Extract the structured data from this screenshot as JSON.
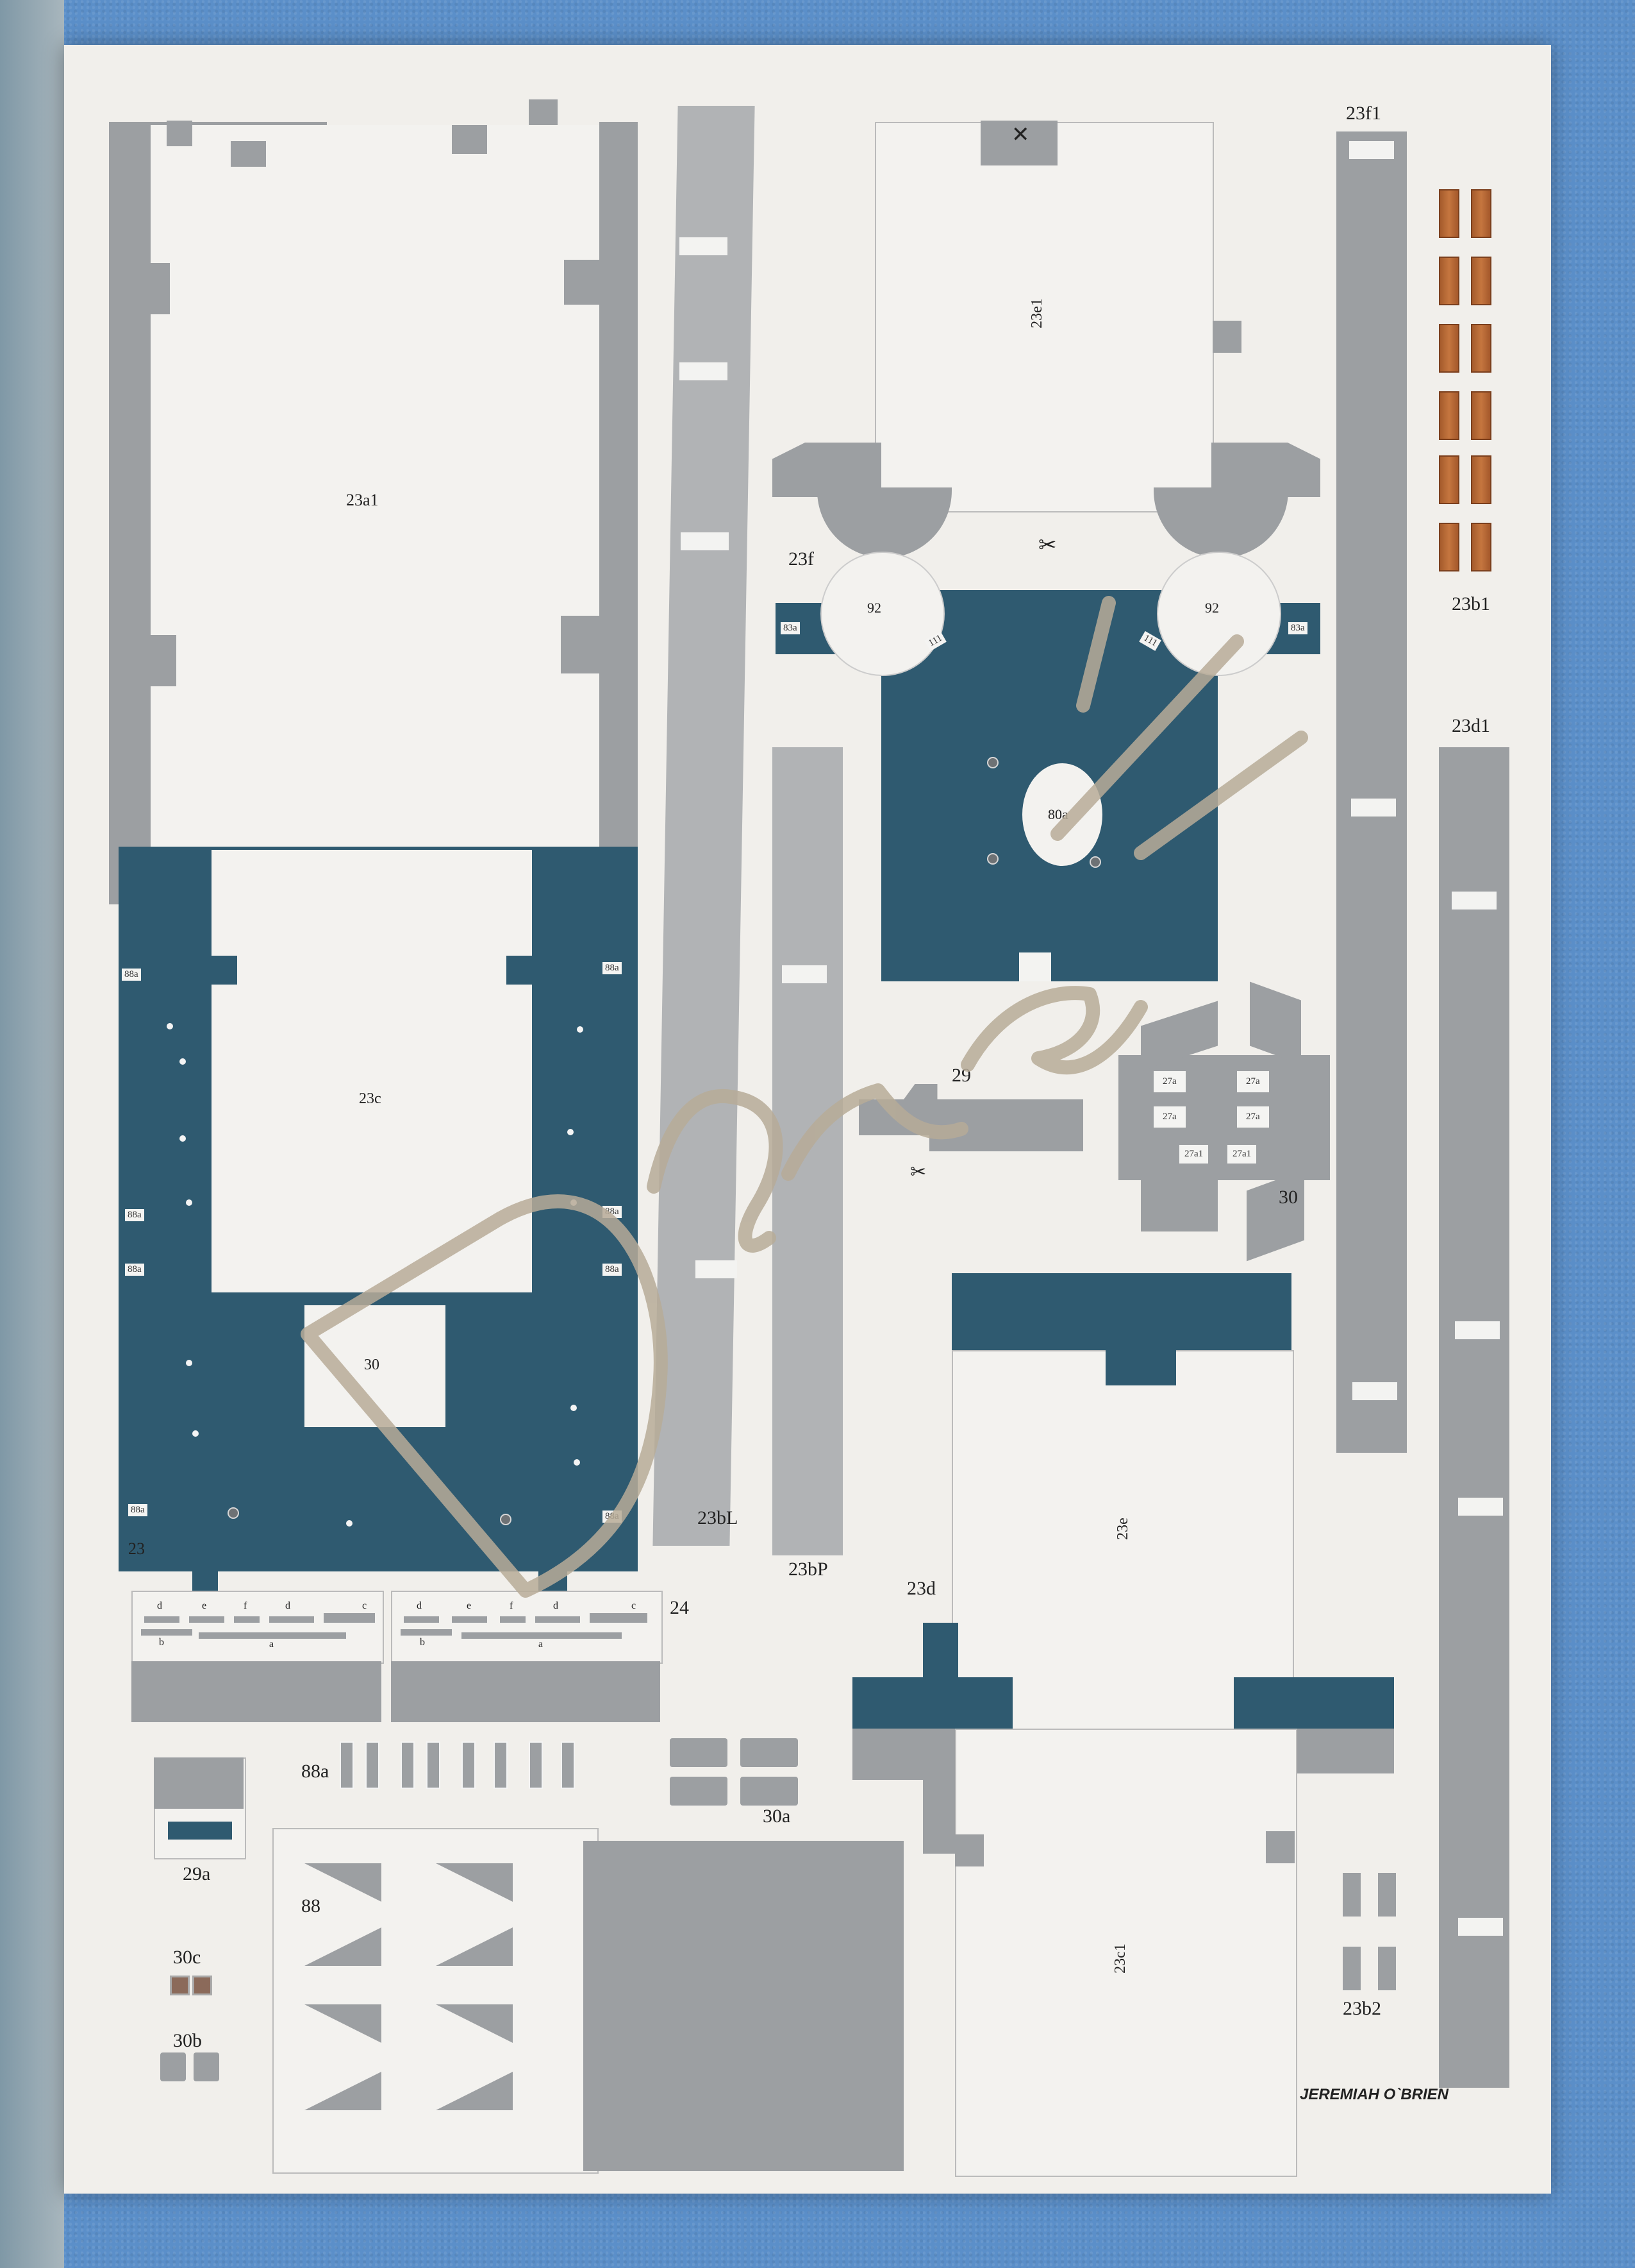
{
  "labels": {
    "p23a1": "23a1",
    "p23c": "23c",
    "p30": "30",
    "p23": "23",
    "p23bL": "23bL",
    "p23bP": "23bP",
    "p23e1": "23e1",
    "p23f": "23f",
    "p92a": "92",
    "p92b": "92",
    "p80a": "80a",
    "p29": "29",
    "p30b_part": "30",
    "p23f1": "23f1",
    "p23b1": "23b1",
    "p23d1": "23d1",
    "p23d": "23d",
    "p23e": "23e",
    "p23c1": "23c1",
    "p24": "24",
    "p88a": "88a",
    "p30a": "30a",
    "p29a": "29a",
    "p88": "88",
    "p30c": "30c",
    "p30b": "30b",
    "p23b2": "23b2",
    "p83a": "83a",
    "p111": "111"
  },
  "tags_88a": [
    "88a",
    "88a",
    "88a",
    "88a",
    "88a",
    "88a",
    "88a",
    "88a"
  ],
  "tags_27a": [
    "27a",
    "27a",
    "27a",
    "27a",
    "27a1",
    "27a1"
  ],
  "strip_letters_top": [
    "d",
    "e",
    "f",
    "d",
    "c"
  ],
  "strip_letters_bottom": [
    "b",
    "a"
  ],
  "footer": "JEREMIAH O`BRIEN",
  "colors": {
    "navy": "#2f5a70",
    "grey": "#9c9fa2",
    "paper": "#f1efeb",
    "wood": "#b5683a",
    "watermark": "#b7ab98"
  }
}
